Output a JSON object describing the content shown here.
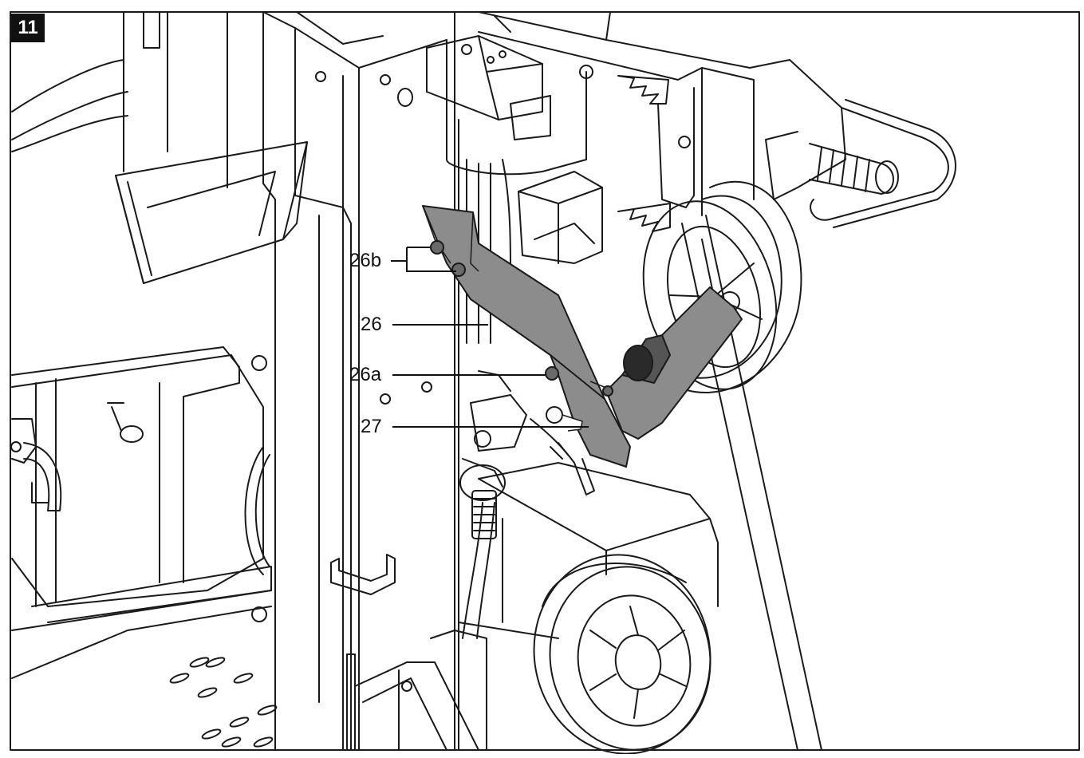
{
  "figure": {
    "number": "11"
  },
  "callouts": [
    {
      "id": "26b",
      "label": "26b"
    },
    {
      "id": "26",
      "label": "26"
    },
    {
      "id": "26a",
      "label": "26a"
    },
    {
      "id": "27",
      "label": "27"
    }
  ],
  "colors": {
    "line": "#1a1a1a",
    "highlight_part": "#8c8c8c",
    "highlight_dark": "#555555",
    "background": "#ffffff",
    "badge": "#111111"
  }
}
